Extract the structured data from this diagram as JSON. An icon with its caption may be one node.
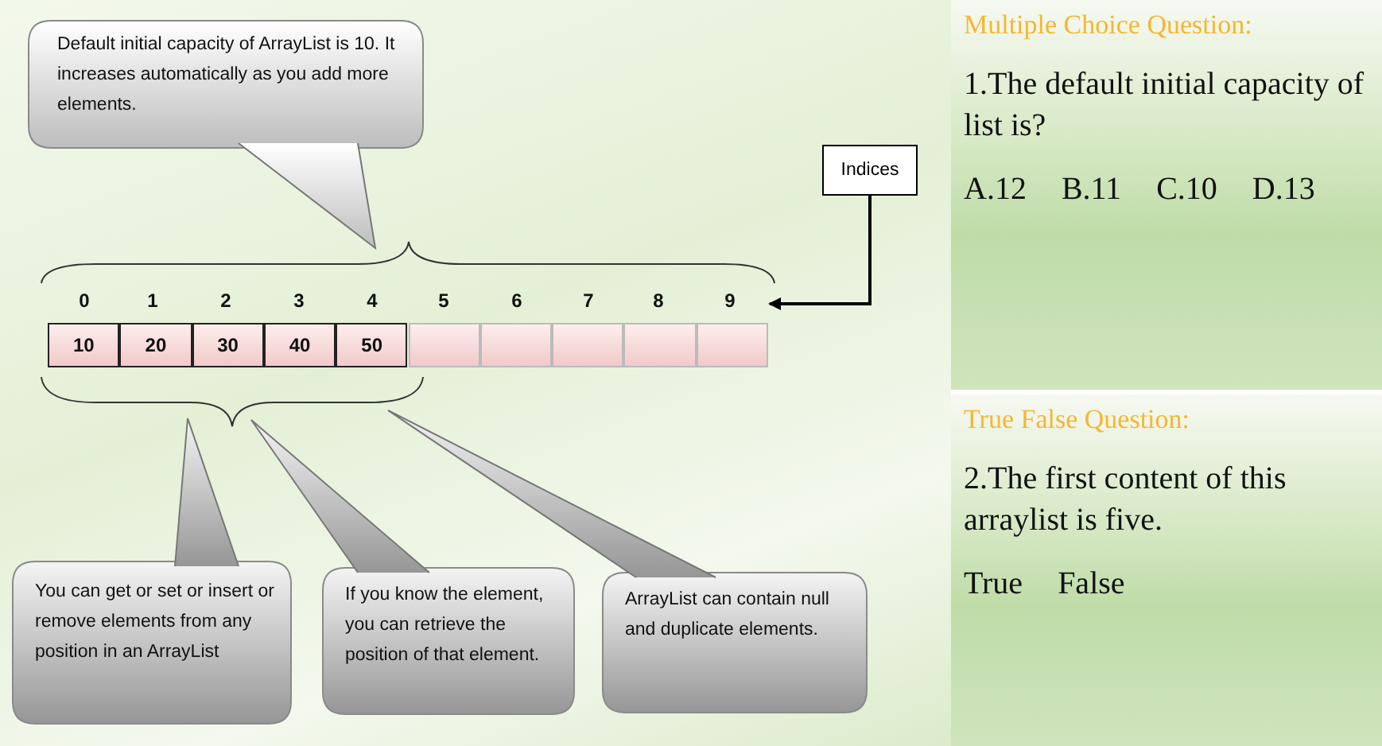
{
  "diagram": {
    "nodes": [
      {
        "text": [
          "Default initial capacity of ArrayList is 10. It increases automatically as you add more elements."
        ]
      },
      {
        "text": [
          "Indices"
        ]
      },
      {
        "text": [
          "10"
        ]
      },
      {
        "text": [
          "20"
        ]
      },
      {
        "text": [
          "30"
        ]
      },
      {
        "text": [
          "40"
        ]
      },
      {
        "text": [
          "50"
        ]
      },
      {
        "text": [],
        "shape": "box"
      },
      {
        "text": [],
        "shape": "box"
      },
      {
        "text": [],
        "shape": "box"
      },
      {
        "text": [],
        "shape": "box"
      },
      {
        "text": [],
        "shape": "box"
      },
      {
        "text": [
          "You can get or set or insert or remove elements from any position in an ArrayList"
        ]
      },
      {
        "text": [
          "If you know the element, you can retrieve the position of that element."
        ]
      },
      {
        "text": [
          "ArrayList can contain null and duplicate elements."
        ]
      },
      {
        "text": [
          "Multiple Choice Question:",
          "1.The default initial capacity of list is?",
          "A.12",
          "B.11",
          "C.10",
          "D.13"
        ]
      },
      {
        "text": [
          "True False Question:",
          "2.The first content of this arraylist is five.",
          "True",
          "False"
        ]
      }
    ],
    "edges": [
      {
        "from": 1,
        "to": 11,
        "arrow": "to"
      }
    ],
    "labels": [
      "0",
      "1",
      "2",
      "3",
      "4",
      "5",
      "6",
      "7",
      "8",
      "9"
    ]
  }
}
